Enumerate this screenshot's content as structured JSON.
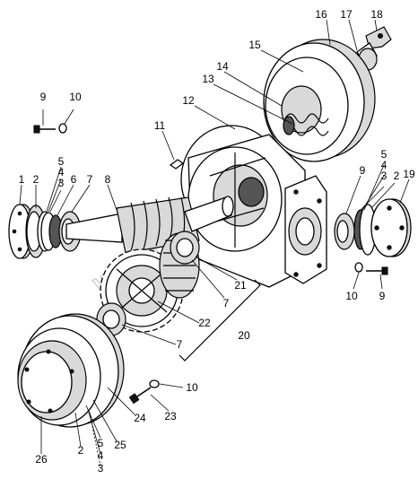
{
  "watermark": "www.autoinfo.kz",
  "callouts": [
    {
      "id": "c1",
      "text": "1"
    },
    {
      "id": "c2",
      "text": "2"
    },
    {
      "id": "c3",
      "text": "3"
    },
    {
      "id": "c4",
      "text": "4"
    },
    {
      "id": "c5",
      "text": "5"
    },
    {
      "id": "c6",
      "text": "6"
    },
    {
      "id": "c7",
      "text": "7"
    },
    {
      "id": "c8",
      "text": "8"
    },
    {
      "id": "c9",
      "text": "9"
    },
    {
      "id": "c10",
      "text": "10"
    },
    {
      "id": "c11",
      "text": "11"
    },
    {
      "id": "c12",
      "text": "12"
    },
    {
      "id": "c13",
      "text": "13"
    },
    {
      "id": "c14",
      "text": "14"
    },
    {
      "id": "c15",
      "text": "15"
    },
    {
      "id": "c16",
      "text": "16"
    },
    {
      "id": "c17",
      "text": "17"
    },
    {
      "id": "c18",
      "text": "18"
    },
    {
      "id": "r5",
      "text": "5"
    },
    {
      "id": "r4",
      "text": "4"
    },
    {
      "id": "r3",
      "text": "3"
    },
    {
      "id": "r9",
      "text": "9"
    },
    {
      "id": "r2",
      "text": "2"
    },
    {
      "id": "c19",
      "text": "19"
    },
    {
      "id": "r10",
      "text": "10"
    },
    {
      "id": "r9b",
      "text": "9"
    },
    {
      "id": "c21",
      "text": "21"
    },
    {
      "id": "c7b",
      "text": "7"
    },
    {
      "id": "c20",
      "text": "20"
    },
    {
      "id": "c22",
      "text": "22"
    },
    {
      "id": "c7c",
      "text": "7"
    },
    {
      "id": "c10b",
      "text": "10"
    },
    {
      "id": "c23",
      "text": "23"
    },
    {
      "id": "c24",
      "text": "24"
    },
    {
      "id": "c25",
      "text": "25"
    },
    {
      "id": "c26",
      "text": "26"
    },
    {
      "id": "b2",
      "text": "2"
    },
    {
      "id": "b5",
      "text": "5"
    },
    {
      "id": "b4",
      "text": "4"
    },
    {
      "id": "b3",
      "text": "3"
    }
  ]
}
